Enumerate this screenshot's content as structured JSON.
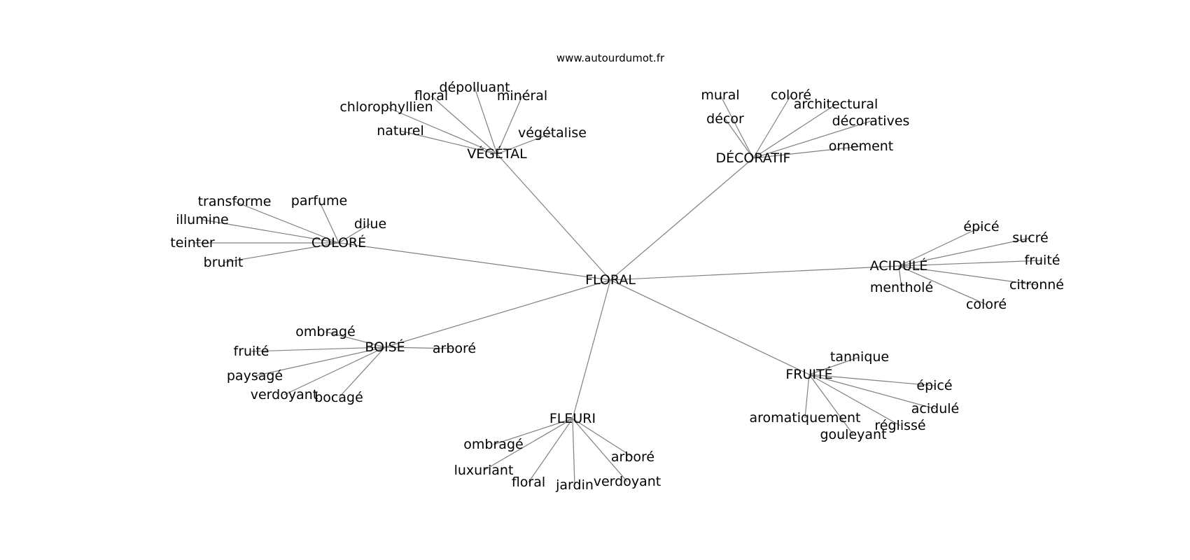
{
  "watermark": "www.autourdumot.fr",
  "colors": {
    "edge": "#808080",
    "text": "#000000",
    "background": "#ffffff"
  },
  "center": {
    "label": "FLORAL"
  },
  "groups": [
    {
      "id": "vegetal",
      "label": "VÉGÉTAL",
      "words": [
        "naturel",
        "chlorophyllien",
        "floral",
        "dépolluant",
        "minéral",
        "végétalise"
      ]
    },
    {
      "id": "decoratif",
      "label": "DÉCORATIF",
      "words": [
        "mural",
        "décor",
        "coloré",
        "architectural",
        "décoratives",
        "ornement"
      ]
    },
    {
      "id": "colore",
      "label": "COLORÉ",
      "words": [
        "transforme",
        "parfume",
        "illumine",
        "dilue",
        "teinter",
        "brunit"
      ]
    },
    {
      "id": "acidule",
      "label": "ACIDULÉ",
      "words": [
        "épicé",
        "sucré",
        "fruité",
        "citronné",
        "coloré",
        "mentholé"
      ]
    },
    {
      "id": "boise",
      "label": "BOISÉ",
      "words": [
        "ombragé",
        "fruité",
        "paysagé",
        "verdoyant",
        "bocagé",
        "arboré"
      ]
    },
    {
      "id": "fruite",
      "label": "FRUITÉ",
      "words": [
        "tannique",
        "épicé",
        "acidulé",
        "réglissé",
        "gouleyant",
        "aromatiquement"
      ]
    },
    {
      "id": "fleuri",
      "label": "FLEURI",
      "words": [
        "ombragé",
        "luxuriant",
        "floral",
        "jardin",
        "verdoyant",
        "arboré"
      ]
    }
  ]
}
